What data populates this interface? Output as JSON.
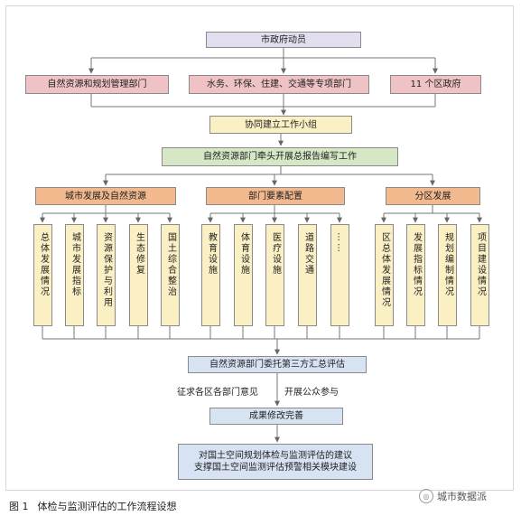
{
  "nodes": {
    "mobilize": "市政府动员",
    "dept_planning": "自然资源和规划管理部门",
    "dept_special": "水务、环保、住建、交通等专项部门",
    "dept_districts": "11 个区政府",
    "team": "协同建立工作小组",
    "report": "自然资源部门牵头开展总报告编写工作",
    "cat_city": "城市发展及自然资源",
    "cat_dept": "部门要素配置",
    "cat_district": "分区发展",
    "consolidate": "自然资源部门委托第三方汇总评估",
    "refine": "成果修改完善",
    "final_line1": "对国土空间规划体检与监测评估的建议",
    "final_line2": "支撑国土空间监测评估预警相关模块建设"
  },
  "sub_items": {
    "city": [
      "总体发展情况",
      "城市发展指标",
      "资源保护与利用",
      "生态修复",
      "国土综合整治"
    ],
    "dept": [
      "教育设施",
      "体育设施",
      "医疗设施",
      "道路交通",
      "……"
    ],
    "district": [
      "区总体发展情况",
      "发展指标情况",
      "规划编制情况",
      "项目建设情况"
    ]
  },
  "notes": {
    "left": "征求各区各部门意见",
    "right": "开展公众参与"
  },
  "caption": {
    "label": "图 1",
    "text": "体检与监测评估的工作流程设想"
  },
  "brand": "城市数据派",
  "colors": {
    "lavender": "#e2deee",
    "pink": "#efc2c6",
    "cream": "#fbefc4",
    "green": "#d6e7c6",
    "orange": "#f2b88e",
    "blue": "#d7e3f3"
  }
}
